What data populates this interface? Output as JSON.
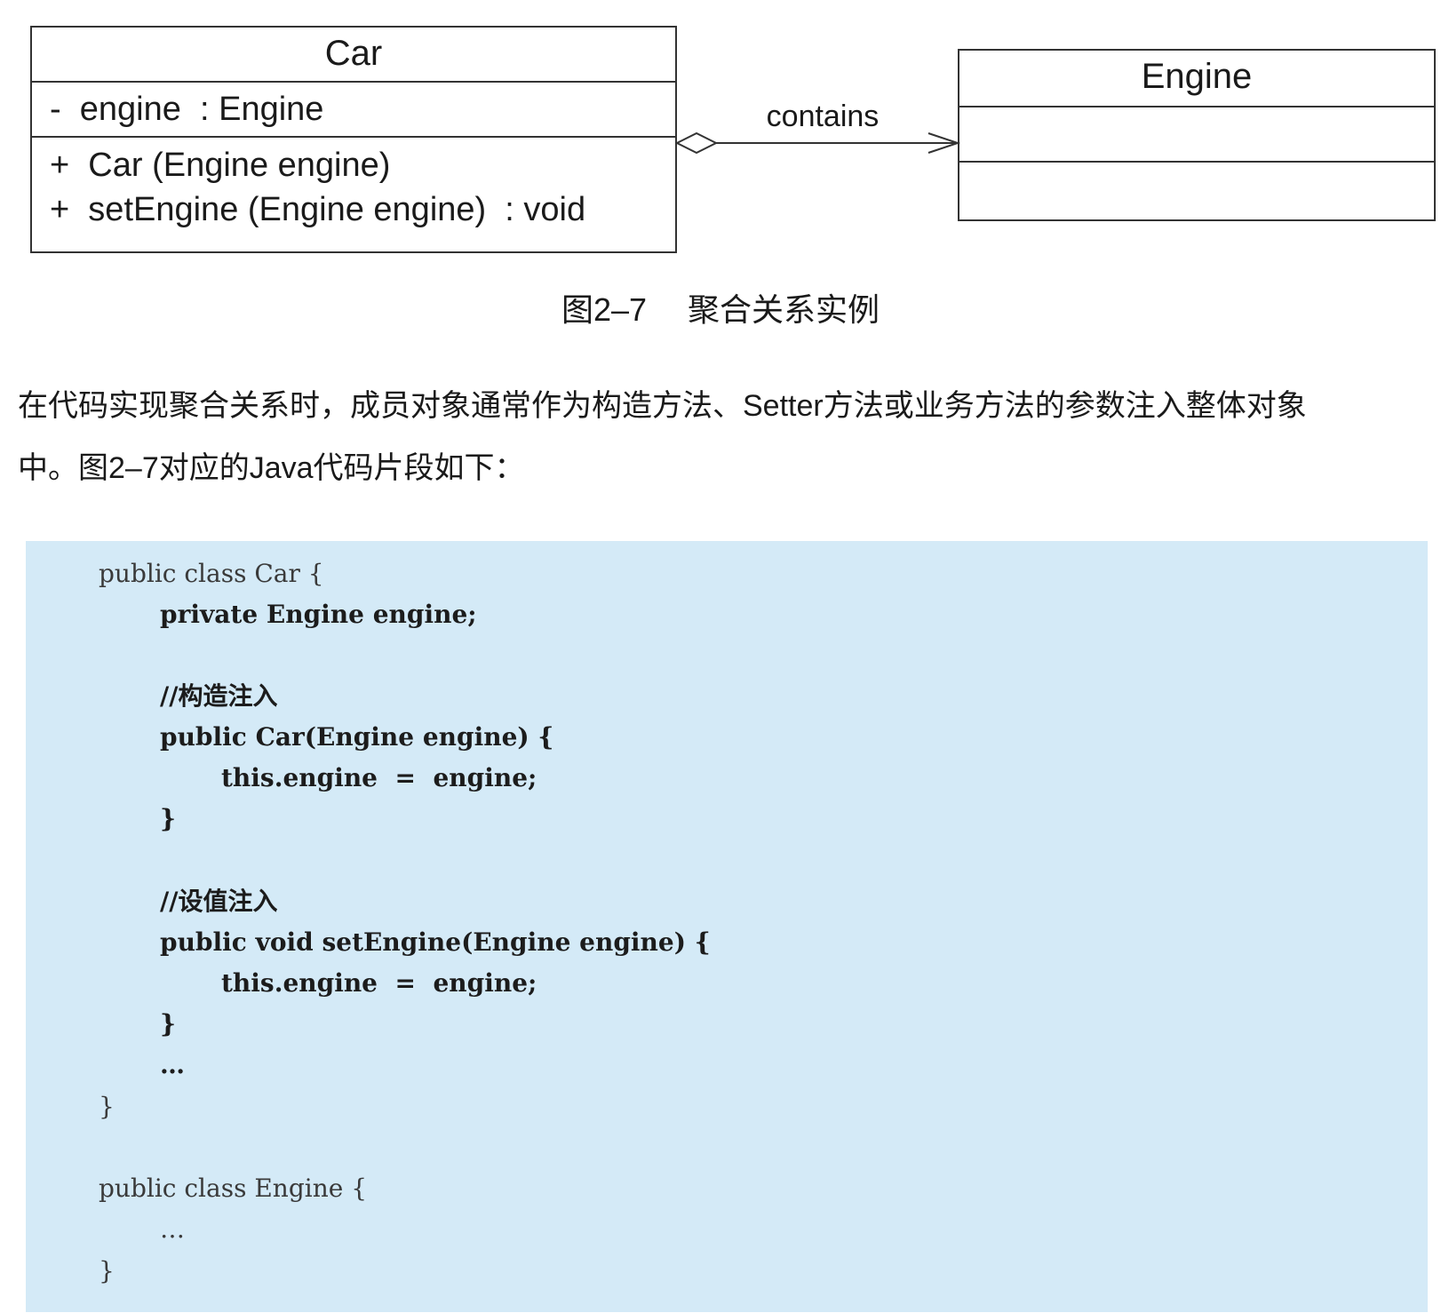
{
  "diagram": {
    "car_class": {
      "name": "Car",
      "attributes": [
        "-  engine  : Engine"
      ],
      "methods": [
        "+  Car (Engine engine)",
        "+  setEngine (Engine engine)  : void"
      ]
    },
    "engine_class": {
      "name": "Engine"
    },
    "relation_label": "contains"
  },
  "caption": "图2–7　 聚合关系实例",
  "paragraph": [
    "在代码实现聚合关系时，成员对象通常作为构造方法、Setter方法或业务方法的参数注入整体对象",
    "中。图2–7对应的Java代码片段如下："
  ],
  "code_lines": [
    "public class Car {",
    "private Engine engine;",
    "",
    "//构造注入",
    "public Car(Engine engine) {",
    "this.engine  =  engine;",
    "}",
    "",
    "//设值注入",
    "public void setEngine(Engine engine) {",
    "this.engine  =  engine;",
    "}",
    "…",
    "}",
    "",
    "public class Engine {",
    "…",
    "}"
  ],
  "colors": {
    "code_background": "#d4eaf7",
    "border": "#333333"
  }
}
